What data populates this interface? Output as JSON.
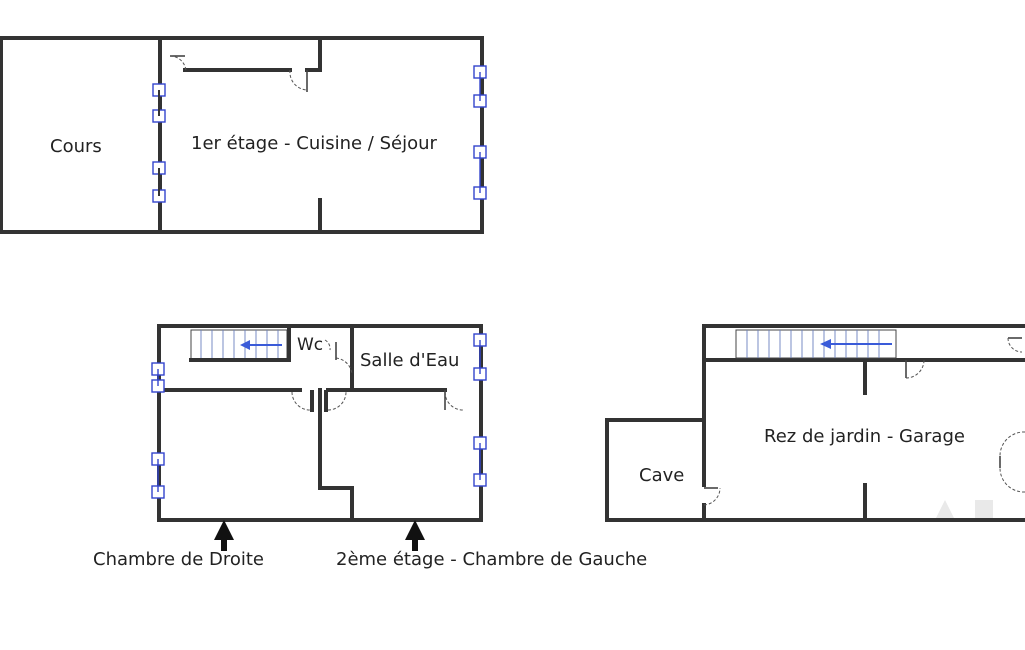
{
  "rooms": {
    "cours": "Cours",
    "first_floor": "1er étage - Cuisine / Séjour",
    "wc": "Wc",
    "salle_eau": "Salle d'Eau",
    "garden": "Rez de jardin - Garage",
    "cave": "Cave"
  },
  "captions": {
    "chambre_droite": "Chambre de Droite",
    "second_floor": "2ème étage - Chambre de Gauche"
  },
  "colors": {
    "wall": "#333333",
    "window": "#3344cc",
    "stair_arrow": "#3a5bd9",
    "background": "#ffffff"
  }
}
